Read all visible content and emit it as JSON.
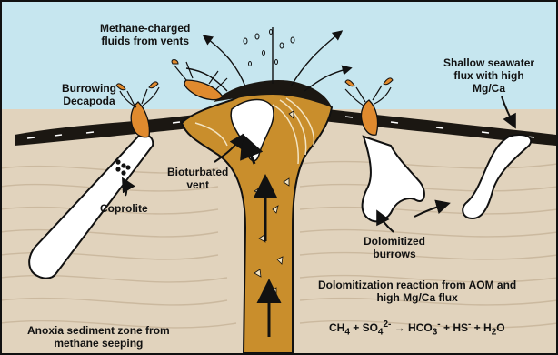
{
  "labels": {
    "methane_fluids": [
      "Methane-charged",
      "fluids from vents"
    ],
    "burrowing_decapoda": [
      "Burrowing",
      "Decapoda"
    ],
    "shallow_seawater": [
      "Shallow seawater",
      "flux with high",
      "Mg/Ca"
    ],
    "bioturbated_vent": [
      "Bioturbated",
      "vent"
    ],
    "coprolite": "Coprolite",
    "dolomitized_burrows": [
      "Dolomitized",
      "burrows"
    ],
    "dolomitization_reaction": [
      "Dolomitization reaction from AOM and",
      "high Mg/Ca flux"
    ],
    "anoxia_zone": [
      "Anoxia sediment zone from",
      "methane seeping"
    ]
  },
  "equation": {
    "text": "CH4 + SO42- → HCO3- + HS- + H2O"
  },
  "colors": {
    "seawater": "#c6e6ef",
    "sediment": "#e1d3bd",
    "sediment_line": "#c9b79d",
    "crust": "#1b1712",
    "vent_fill": "#c98e2c",
    "burrow_fill": "#ffffff",
    "decapod": "#e08a2e",
    "outline": "#111111"
  }
}
